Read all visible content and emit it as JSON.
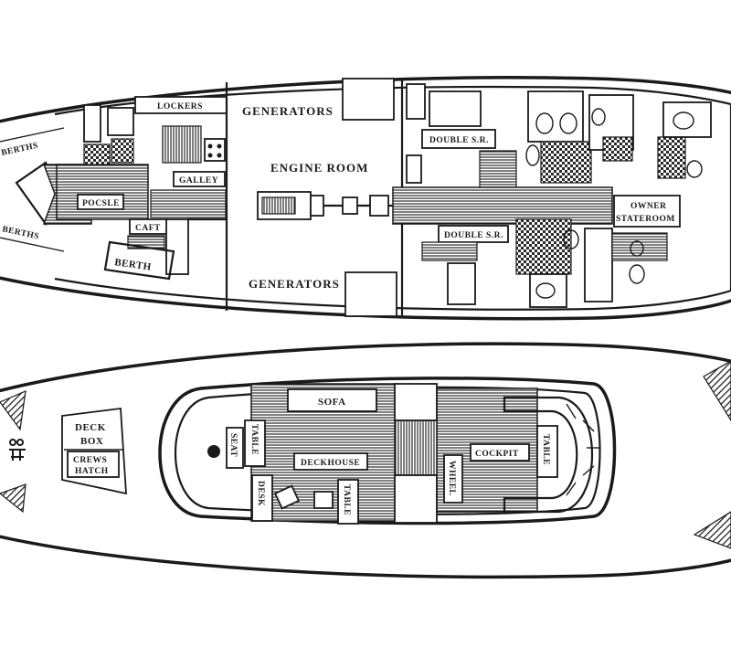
{
  "lower_deck": {
    "labels": {
      "berths_top": "BERTHS",
      "berths_bottom": "BERTHS",
      "lockers": "LOCKERS",
      "galley": "GALLEY",
      "pocsle": "POCSLE",
      "caft": "CAFT",
      "berth": "BERTH",
      "generators_top": "GENERATORS",
      "engine_room": "ENGINE ROOM",
      "generators_bottom": "GENERATORS",
      "double_sr_top": "DOUBLE S.R.",
      "double_sr_bottom": "DOUBLE S.R.",
      "owner_line1": "OWNER",
      "owner_line2": "STATEROOM"
    }
  },
  "main_deck": {
    "labels": {
      "deck_box_line1": "DECK",
      "deck_box_line2": "BOX",
      "crews_hatch_line1": "CREWS",
      "crews_hatch_line2": "HATCH",
      "sofa": "SOFA",
      "table_seat": "TABLE",
      "seat": "SEAT",
      "deckhouse": "DECKHOUSE",
      "desk": "DESK",
      "table_center": "TABLE",
      "wheel": "WHEEL",
      "cockpit": "COCKPIT",
      "table_cockpit": "TABLE"
    }
  }
}
